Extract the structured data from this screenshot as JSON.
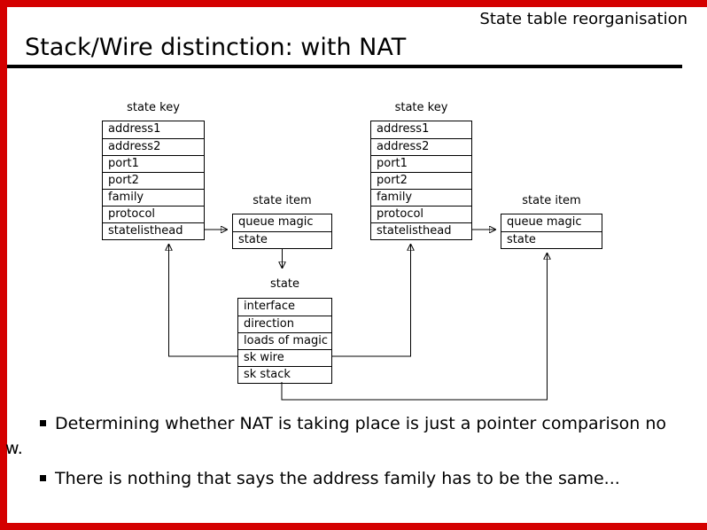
{
  "colors": {
    "frame_red": "#d40000",
    "text": "#000000",
    "rule": "#000000"
  },
  "header": {
    "title": "State table reorganisation"
  },
  "slide": {
    "title": "Stack/Wire distinction: with NAT"
  },
  "diagram": {
    "key1": {
      "label": "state key",
      "rows": [
        "address1",
        "address2",
        "port1",
        "port2",
        "family",
        "protocol",
        "statelisthead"
      ]
    },
    "item1": {
      "label": "state item",
      "rows": [
        "queue magic",
        "state"
      ]
    },
    "key2": {
      "label": "state key",
      "rows": [
        "address1",
        "address2",
        "port1",
        "port2",
        "family",
        "protocol",
        "statelisthead"
      ]
    },
    "item2": {
      "label": "state item",
      "rows": [
        "queue magic",
        "state"
      ]
    },
    "state": {
      "label": "state",
      "rows": [
        "interface",
        "direction",
        "loads of magic",
        "sk wire",
        "sk stack"
      ]
    }
  },
  "bullets": [
    {
      "lines": [
        "Determining whether NAT is taking place is just a pointer comparison no",
        "w."
      ]
    },
    {
      "lines": [
        "There is nothing that says the address family has to be the same..."
      ]
    }
  ]
}
